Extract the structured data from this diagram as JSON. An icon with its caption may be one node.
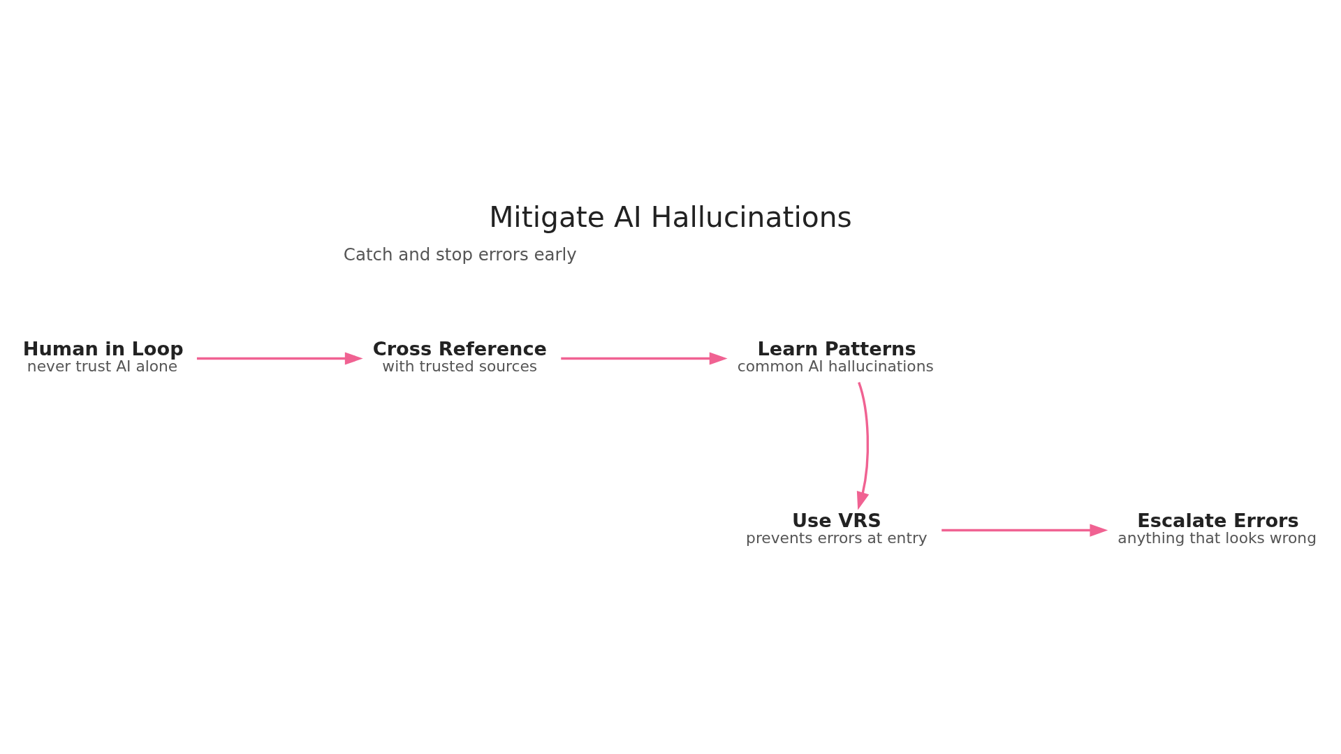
{
  "diagram": {
    "title": "Mitigate AI Hallucinations",
    "nodes": [
      {
        "text": [
          "Human in Loop",
          "never trust AI alone"
        ]
      },
      {
        "text": [
          "Cross Reference",
          "with trusted sources"
        ]
      },
      {
        "text": [
          "Learn Patterns",
          "common AI hallucinations"
        ]
      },
      {
        "text": [
          "Use VRS",
          "prevents errors at entry"
        ]
      },
      {
        "text": [
          "Escalate Errors",
          "anything that looks wrong"
        ]
      }
    ],
    "edges": [
      {
        "from": 0,
        "to": 1,
        "arrow": "to"
      },
      {
        "from": 1,
        "to": 2,
        "arrow": "to"
      },
      {
        "from": 2,
        "to": 3,
        "arrow": "to"
      },
      {
        "from": 3,
        "to": 4,
        "arrow": "to"
      }
    ],
    "labels": [
      "Catch and stop errors early"
    ]
  }
}
